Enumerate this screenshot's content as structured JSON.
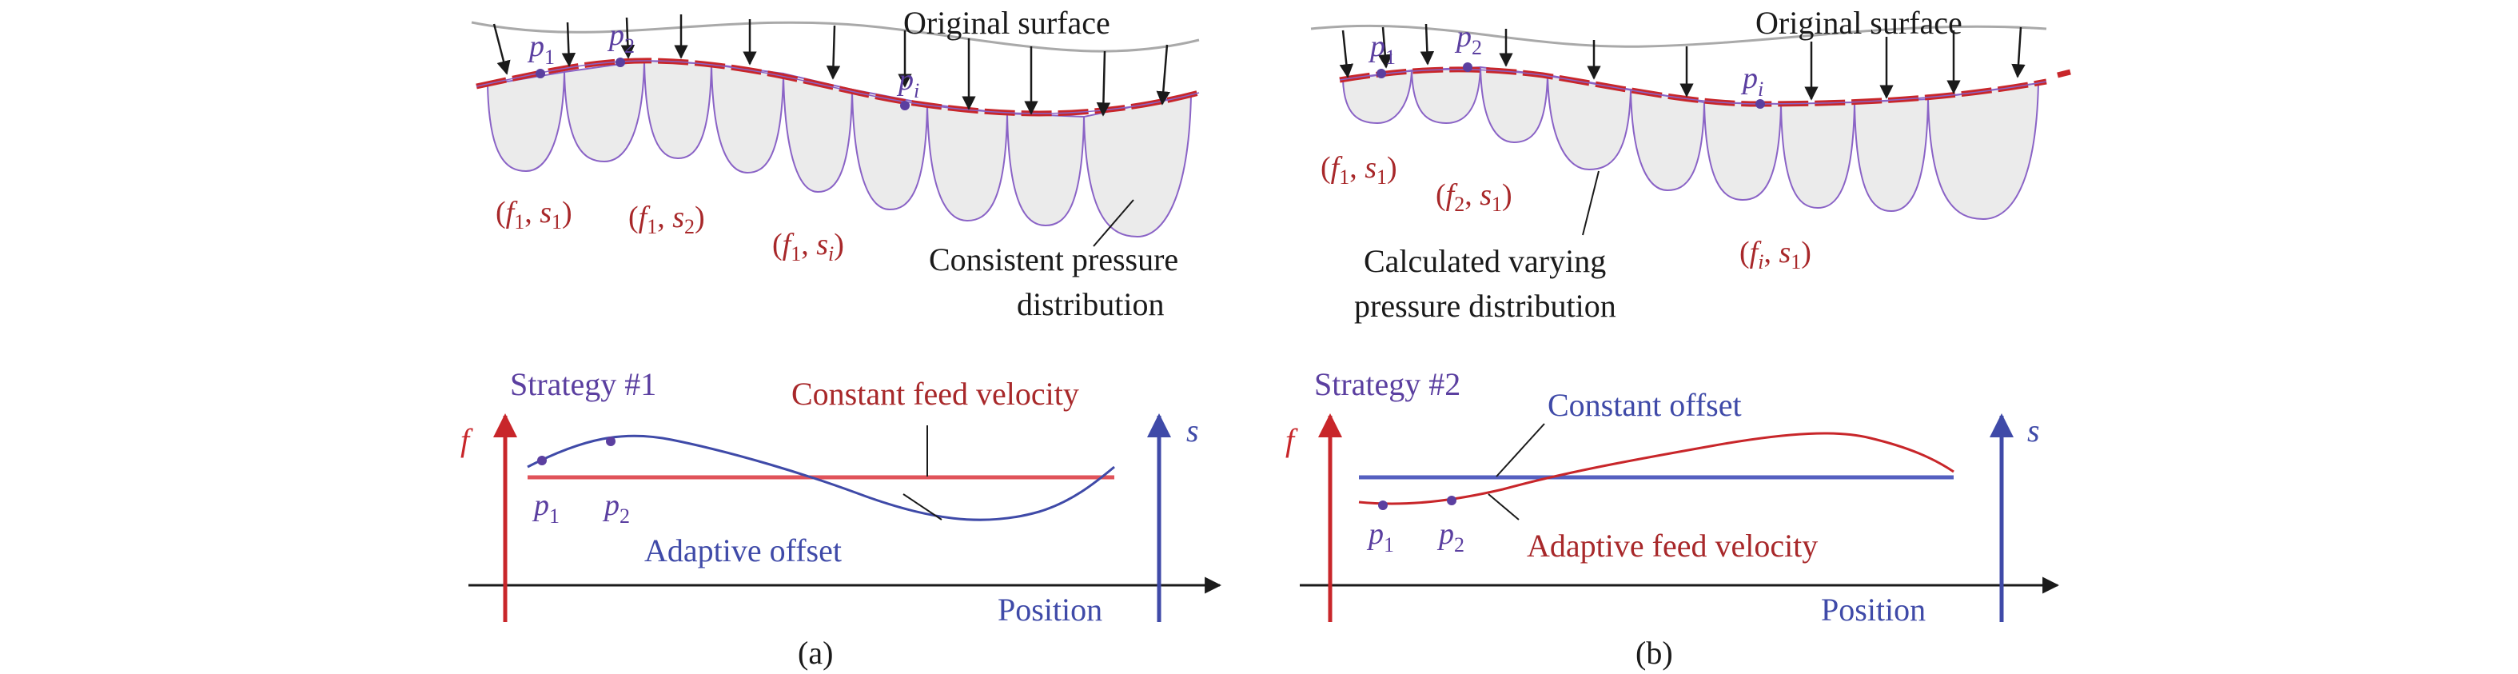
{
  "colors": {
    "red": "#c8262a",
    "red_dark": "#a8282a",
    "blue": "#3f4aa8",
    "purple": "#5b3fa0",
    "lobe_fill": "#ebebeb",
    "lobe_stroke": "#8a63c6",
    "gray_surface": "#a9a9a9",
    "black": "#1a1a1a"
  },
  "panel_a": {
    "caption": "(a)",
    "top": {
      "surface_label": "Original surface",
      "points": [
        {
          "base": "p",
          "sub": "1"
        },
        {
          "base": "p",
          "sub": "2"
        },
        {
          "base": "p",
          "sub": "i"
        }
      ],
      "param_labels": [
        {
          "f": "f",
          "fsub": "1",
          "s": "s",
          "ssub": "1"
        },
        {
          "f": "f",
          "fsub": "1",
          "s": "s",
          "ssub": "2"
        },
        {
          "f": "f",
          "fsub": "1",
          "s": "s",
          "ssub": "i"
        }
      ],
      "pressure_label_1": "Consistent pressure",
      "pressure_label_2": "distribution"
    },
    "bottom": {
      "strategy": "Strategy #1",
      "f_axis": "f",
      "s_axis": "s",
      "x_axis": "Position",
      "constant_label": "Constant feed velocity",
      "adaptive_label": "Adaptive offset",
      "points": [
        {
          "base": "p",
          "sub": "1"
        },
        {
          "base": "p",
          "sub": "2"
        }
      ]
    }
  },
  "panel_b": {
    "caption": "(b)",
    "top": {
      "surface_label": "Original surface",
      "points": [
        {
          "base": "p",
          "sub": "1"
        },
        {
          "base": "p",
          "sub": "2"
        },
        {
          "base": "p",
          "sub": "i"
        }
      ],
      "param_labels": [
        {
          "f": "f",
          "fsub": "1",
          "s": "s",
          "ssub": "1"
        },
        {
          "f": "f",
          "fsub": "2",
          "s": "s",
          "ssub": "1"
        },
        {
          "f": "f",
          "fsub": "i",
          "s": "s",
          "ssub": "1"
        }
      ],
      "pressure_label_1": "Calculated varying",
      "pressure_label_2": "pressure distribution"
    },
    "bottom": {
      "strategy": "Strategy #2",
      "f_axis": "f",
      "s_axis": "s",
      "x_axis": "Position",
      "constant_label": "Constant offset",
      "adaptive_label": "Adaptive feed velocity",
      "points": [
        {
          "base": "p",
          "sub": "1"
        },
        {
          "base": "p",
          "sub": "2"
        }
      ]
    }
  }
}
